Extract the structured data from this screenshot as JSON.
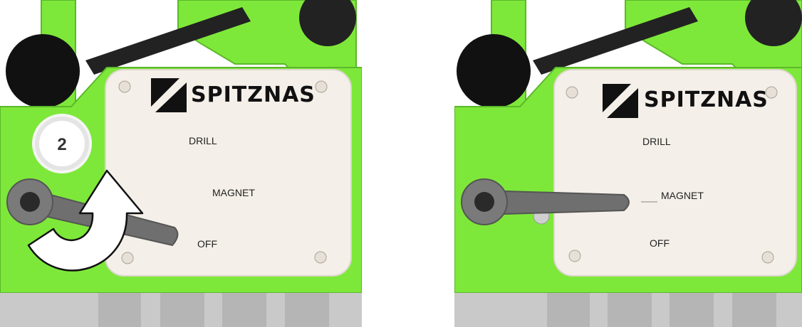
{
  "panels": [
    {
      "step_badge": "2",
      "brand": "SPITZNAS",
      "labels": {
        "drill": "DRILL",
        "magnet": "MAGNET",
        "off": "OFF"
      },
      "lever_position": "OFF"
    },
    {
      "brand": "SPITZNAS",
      "labels": {
        "drill": "DRILL",
        "magnet": "MAGNET",
        "off": "OFF"
      },
      "lever_position": "MAGNET"
    }
  ],
  "colors": {
    "body_green": "#7ee83a",
    "plate": "#f4efe8",
    "handle_gray": "#6f6f6f",
    "base_gray": "#c9c9c9"
  }
}
